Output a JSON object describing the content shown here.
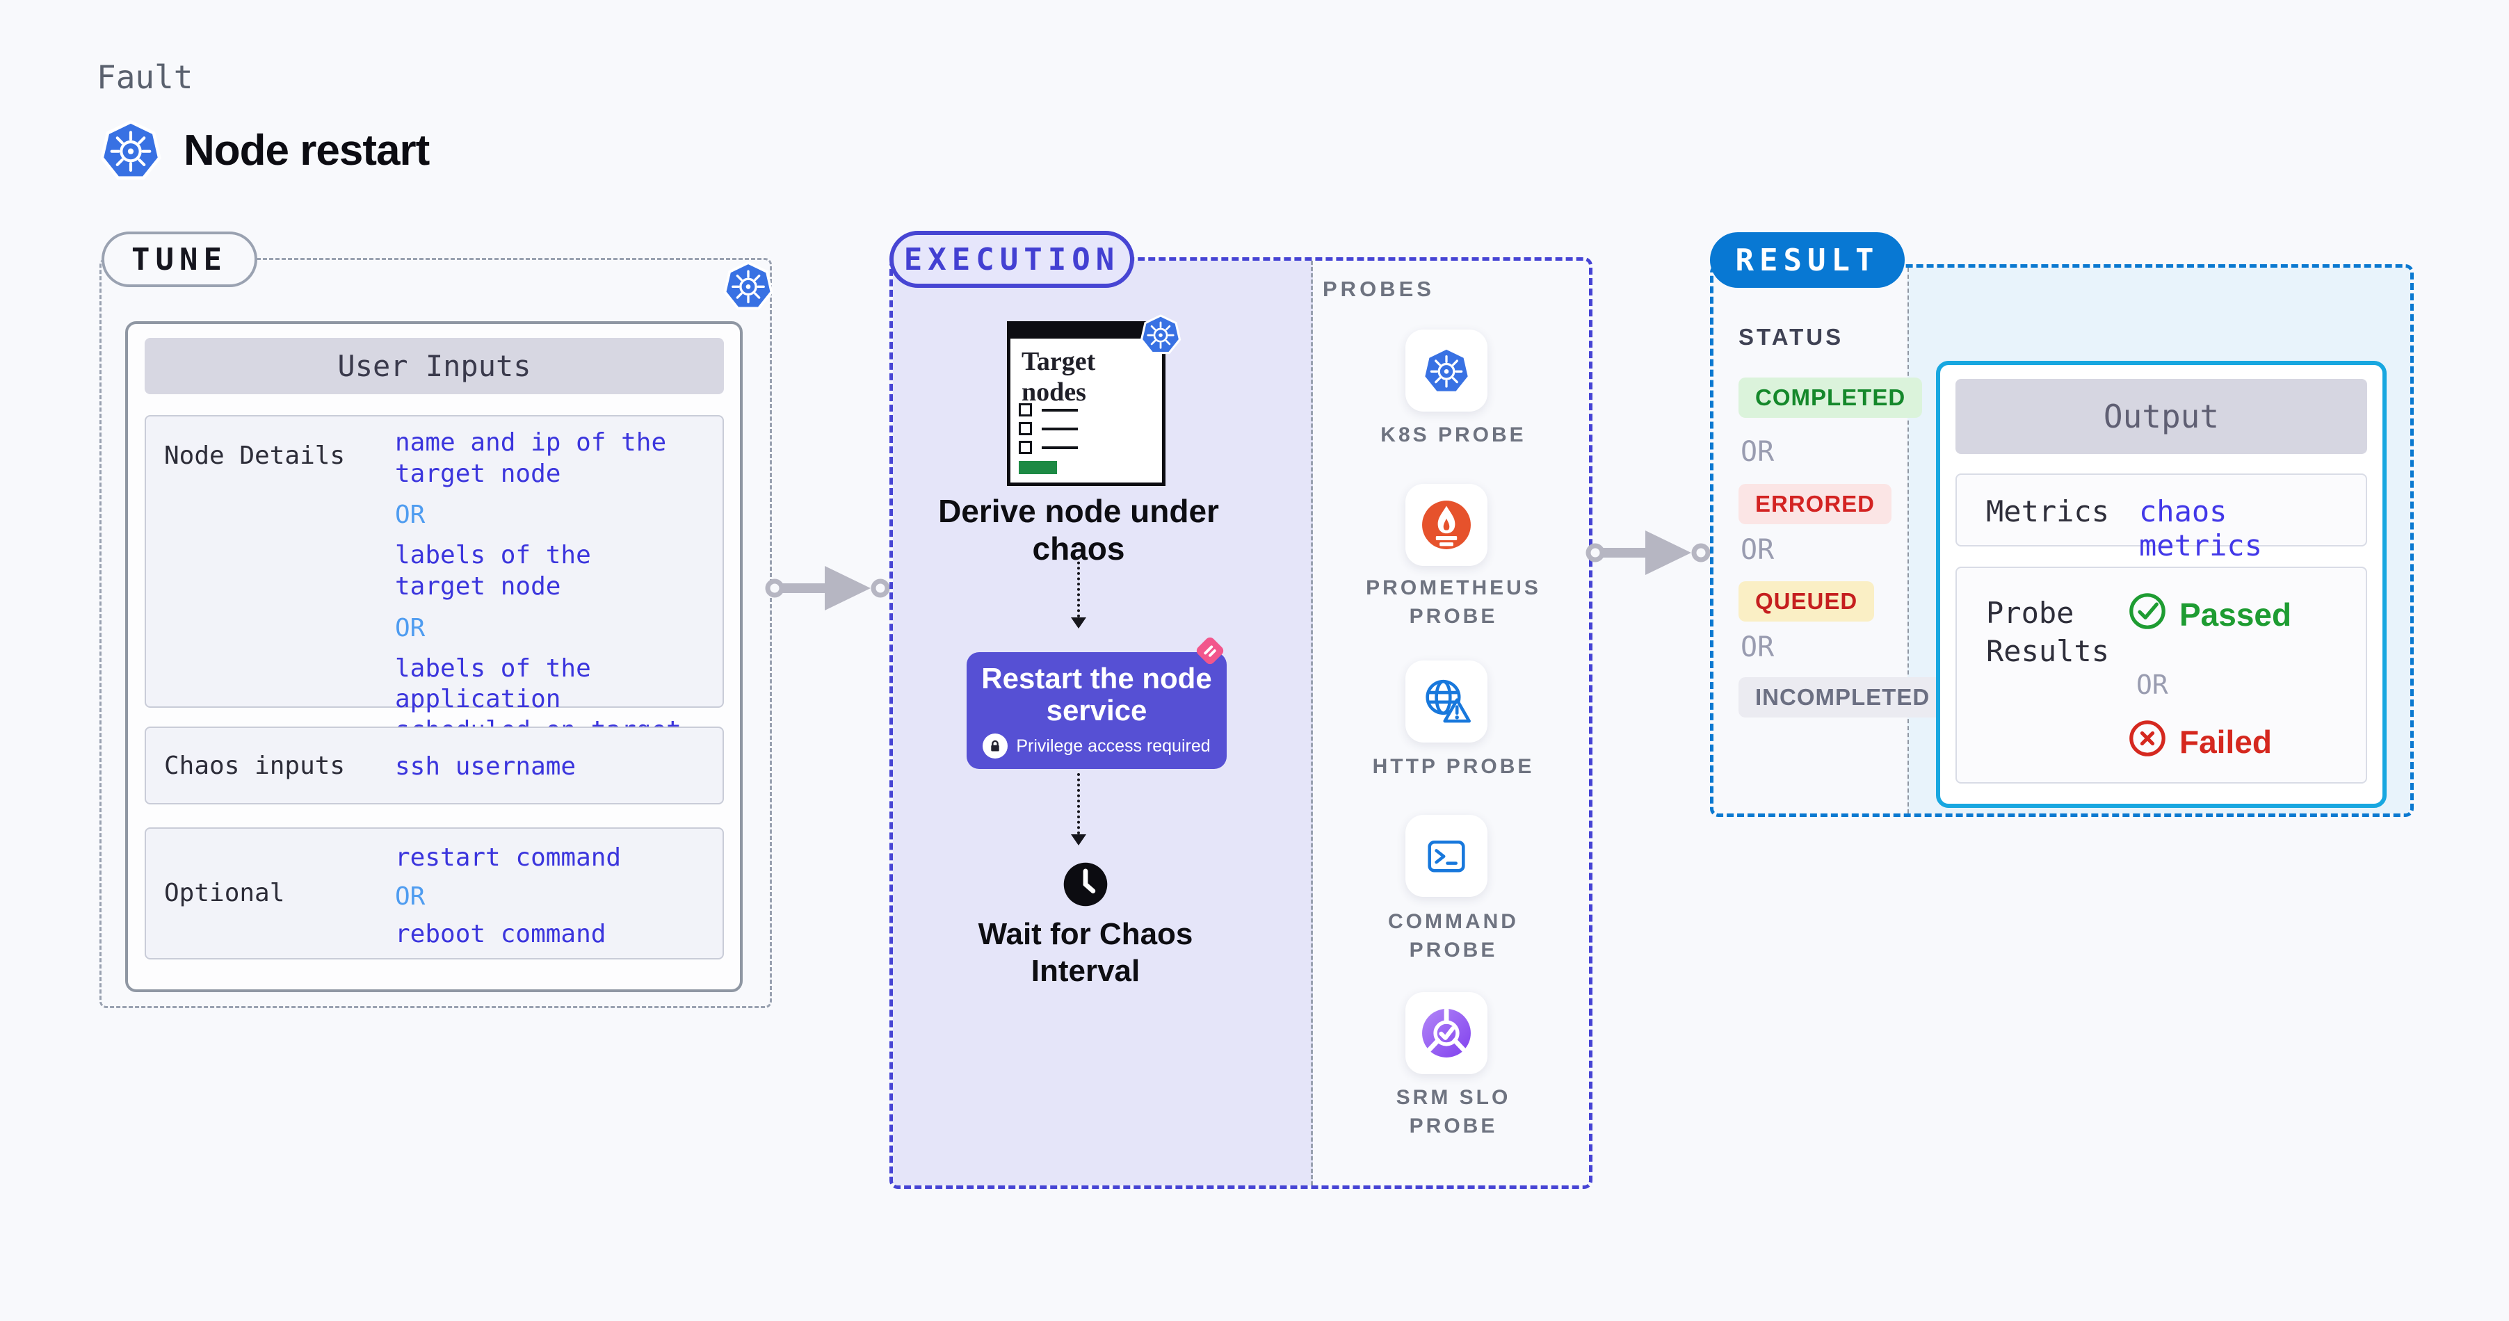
{
  "page": {
    "fault_label": "Fault",
    "title": "Node restart"
  },
  "tune": {
    "badge": "TUNE",
    "header": "User Inputs",
    "rows": [
      {
        "label": "Node Details",
        "items": [
          {
            "kind": "value",
            "text": "name and ip of the\ntarget node"
          },
          {
            "kind": "or",
            "text": "OR"
          },
          {
            "kind": "value",
            "text": "labels of the\ntarget node"
          },
          {
            "kind": "or",
            "text": "OR"
          },
          {
            "kind": "value",
            "text": "labels of the application\nscheduled on target node"
          }
        ]
      },
      {
        "label": "Chaos inputs",
        "items": [
          {
            "kind": "value",
            "text": "ssh username"
          }
        ]
      },
      {
        "label": "Optional",
        "items": [
          {
            "kind": "value",
            "text": "restart command"
          },
          {
            "kind": "or",
            "text": "OR"
          },
          {
            "kind": "value",
            "text": "reboot command"
          }
        ]
      }
    ]
  },
  "execution": {
    "badge": "EXECUTION",
    "target_card_title": "Target\nnodes",
    "derive_caption": "Derive node under chaos",
    "restart_button": "Restart the node service",
    "privilege_note": "Privilege access required",
    "wait_caption": "Wait for Chaos Interval"
  },
  "probes": {
    "label": "PROBES",
    "items": [
      {
        "icon": "k8s-icon",
        "label": "K8S PROBE"
      },
      {
        "icon": "prometheus-icon",
        "label": "PROMETHEUS\nPROBE"
      },
      {
        "icon": "http-icon",
        "label": "HTTP PROBE"
      },
      {
        "icon": "command-icon",
        "label": "COMMAND\nPROBE"
      },
      {
        "icon": "srm-slo-icon",
        "label": "SRM SLO\nPROBE"
      }
    ]
  },
  "result": {
    "badge": "RESULT",
    "status_label": "STATUS",
    "or_label": "OR",
    "statuses": [
      {
        "label": "COMPLETED"
      },
      {
        "label": "ERRORED"
      },
      {
        "label": "QUEUED"
      },
      {
        "label": "INCOMPLETED"
      }
    ],
    "output": {
      "header": "Output",
      "metrics_label": "Metrics",
      "metrics_value": "chaos metrics",
      "probe_results_label": "Probe\nResults",
      "passed": "Passed",
      "failed": "Failed"
    }
  },
  "colors": {
    "page_bg": "#f8f9fc",
    "kubernetes_blue": "#3871e3",
    "execution_indigo": "#4644d4",
    "execution_fill": "#e5e5f9",
    "restart_button": "#5650d4",
    "result_blue": "#0878d3",
    "output_border": "#18a7e0",
    "value_blue": "#3b35dd",
    "or_light_blue": "#4f9cf0",
    "passed_green": "#1e9c32",
    "failed_red": "#d5281f",
    "prometheus_orange": "#e6522c",
    "srm_purple": "#8040ee",
    "pink_accent": "#f2568c"
  }
}
